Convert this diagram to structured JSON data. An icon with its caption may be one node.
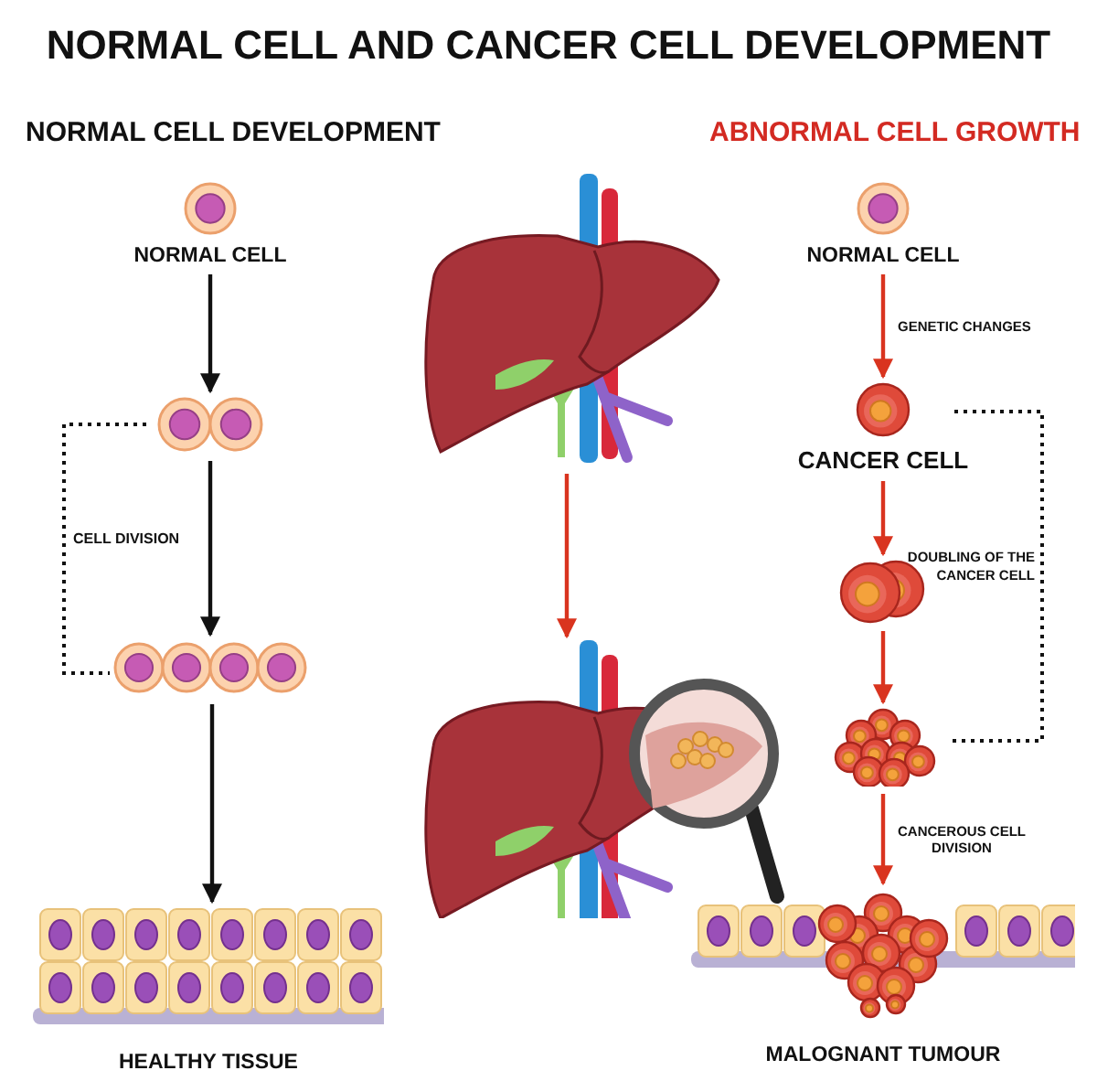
{
  "diagram": {
    "title": "NORMAL CELL AND CANCER CELL DEVELOPMENT",
    "nodes": [
      {
        "text": [
          "NORMAL CELL"
        ]
      },
      {
        "text": [],
        "shape": "picture"
      },
      {
        "text": [],
        "shape": "picture"
      },
      {
        "text": [
          "HEALTHY TISSUE"
        ]
      },
      {
        "text": [],
        "shape": "picture"
      },
      {
        "text": [],
        "shape": "picture"
      },
      {
        "text": [
          "NORMAL CELL"
        ]
      },
      {
        "text": [
          "CANCER CELL"
        ]
      },
      {
        "text": [],
        "shape": "picture"
      },
      {
        "text": [],
        "shape": "picture"
      },
      {
        "text": [
          "MALOGNANT TUMOUR"
        ]
      }
    ],
    "edges": [
      {
        "from": 0,
        "to": 1,
        "arrow": "to",
        "color": "#111111"
      },
      {
        "from": 1,
        "to": 2,
        "arrow": "to",
        "color": "#111111"
      },
      {
        "from": 2,
        "to": 3,
        "arrow": "to",
        "color": "#111111"
      },
      {
        "from": 4,
        "to": 5,
        "arrow": "to"
      },
      {
        "from": 6,
        "to": 7,
        "arrow": "to",
        "label": "GENETIC CHANGES"
      },
      {
        "from": 7,
        "to": 8,
        "arrow": "to"
      },
      {
        "from": 8,
        "to": 9,
        "arrow": "to"
      },
      {
        "from": 9,
        "to": 10,
        "arrow": "to",
        "label": "CANCEROUS CELL DIVISION"
      }
    ],
    "labels": [
      "NORMAL CELL DEVELOPMENT",
      "ABNORMAL CELL GROWTH",
      "CELL DIVISION",
      "DOUBLING OF THE CANCER CELL"
    ]
  }
}
